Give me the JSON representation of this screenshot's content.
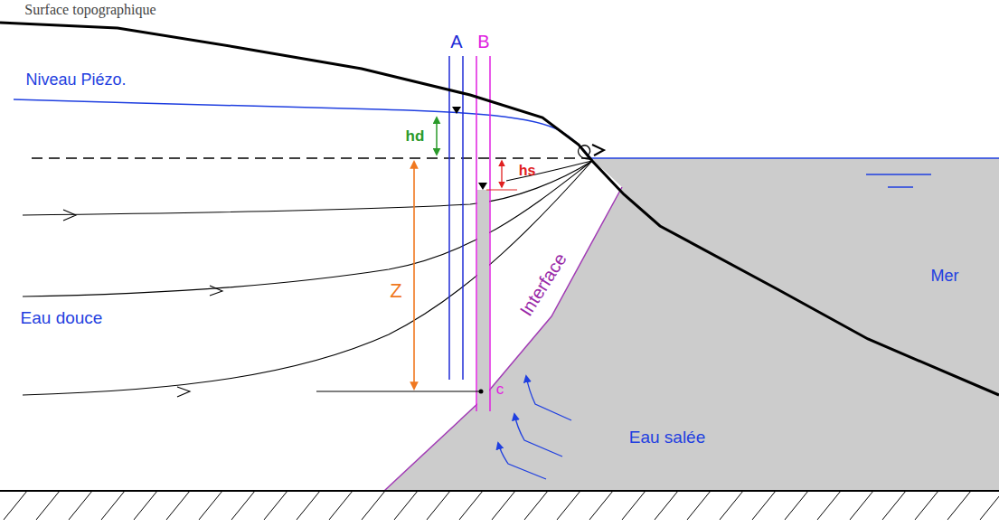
{
  "diagram": {
    "labels": [
      "Surface topographique",
      "A",
      "B",
      "Niveau Piézo.",
      "hd",
      "hs",
      "Z",
      "Interface",
      "Mer",
      "Eau douce",
      "c",
      "Eau salée"
    ]
  }
}
